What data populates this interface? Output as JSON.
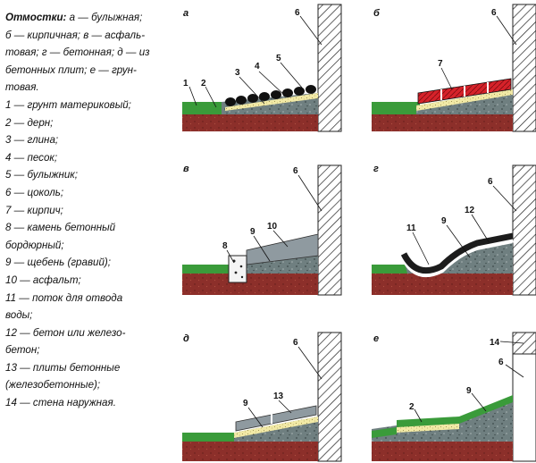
{
  "legend": {
    "title_term": "Отмостки:",
    "title_rest": " а — булыжная; б — кирпичная; в — асфаль-товая; г — бетонная; д — из бетонных плит; е — грун-товая.",
    "title_lines": [
      "Отмостки: а — булыжная;",
      "б — кирпичная; в — асфаль-",
      "товая; г — бетонная; д — из",
      "бетонных плит; е — грун-",
      "товая."
    ],
    "items": [
      "1 — грунт материковый;",
      "2 — дерн;",
      "3 — глина;",
      "4 — песок;",
      "5 — булыжник;",
      "6 — цоколь;",
      "7 — кирпич;",
      "8 — камень бетонный\nбордюрный;",
      "9 — щебень (гравий);",
      "10 — асфальт;",
      "11 — поток для отвода\nводы;",
      "12 — бетон или железо-\nбетон;",
      "13 — плиты бетонные\n(железобетонные);",
      "14 — стена наружная."
    ]
  },
  "panels": [
    {
      "letter": "а",
      "callouts": [
        "1",
        "2",
        "3",
        "4",
        "5",
        "6"
      ]
    },
    {
      "letter": "б",
      "callouts": [
        "6",
        "7"
      ]
    },
    {
      "letter": "в",
      "callouts": [
        "6",
        "8",
        "9",
        "10"
      ]
    },
    {
      "letter": "г",
      "callouts": [
        "6",
        "9",
        "11",
        "12"
      ]
    },
    {
      "letter": "д",
      "callouts": [
        "6",
        "9",
        "13"
      ]
    },
    {
      "letter": "е",
      "callouts": [
        "14",
        "6",
        "2",
        "9"
      ]
    }
  ],
  "colors": {
    "grass": "#3a9b3a",
    "soil": "#8c2f2a",
    "gravel": "#6f7f80",
    "asphalt": "#8f9aa0",
    "sand": "#f1e9a6",
    "brick": "#d6222a",
    "concrete_dark": "#1c1c1c",
    "plinth_hatch": "#222222"
  }
}
